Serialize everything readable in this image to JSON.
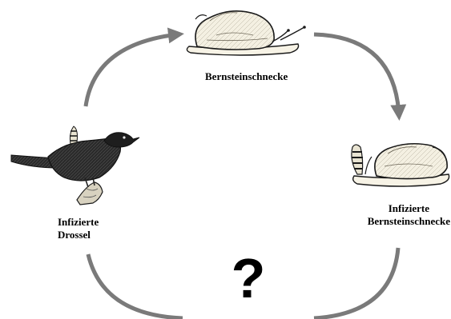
{
  "labels": {
    "snail": "Bernsteinschnecke",
    "infected_snail_line1": "Infizierte",
    "infected_snail_line2": "Bernsteinschnecke",
    "thrush_line1": "Infizierte",
    "thrush_line2": "Drossel",
    "unknown_step": "?"
  },
  "colors": {
    "arrow": "#7a7a7a",
    "ink": "#1a1a1a",
    "background": "#ffffff"
  },
  "icons": {
    "snail": "snail-illustration",
    "infected_snail": "infected-snail-illustration",
    "thrush": "thrush-bird-illustration"
  }
}
